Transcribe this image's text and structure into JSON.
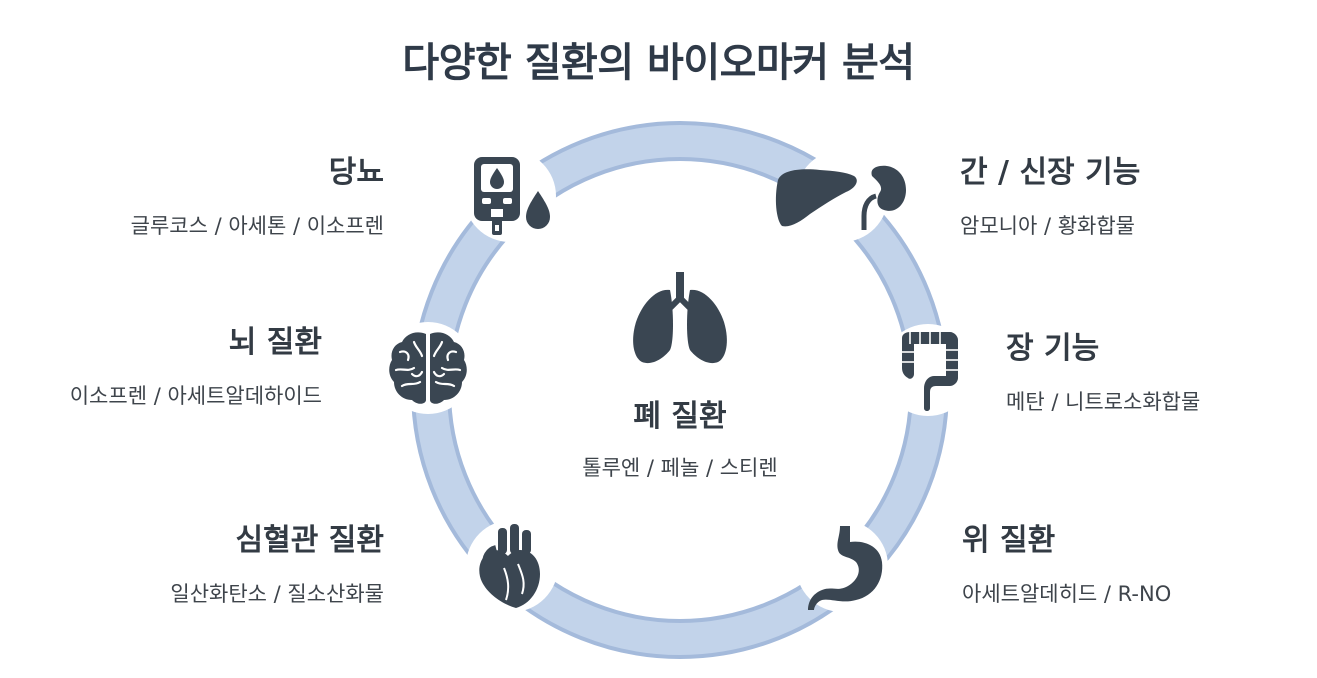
{
  "title": "다양한 질환의 바이오마커 분석",
  "center": {
    "head": "폐 질환",
    "sub": "톨루엔 / 페놀 / 스티렌",
    "icon": "lungs-icon"
  },
  "items": [
    {
      "head": "당뇨",
      "sub": "글루코스 / 아세톤 / 이소프렌",
      "icon": "glucose-meter-icon"
    },
    {
      "head": "뇌 질환",
      "sub": "이소프렌 / 아세트알데하이드",
      "icon": "brain-icon"
    },
    {
      "head": "심혈관 질환",
      "sub": "일산화탄소 / 질소산화물",
      "icon": "heart-icon"
    },
    {
      "head": "간 / 신장 기능",
      "sub": "암모니아 / 황화합물",
      "icon": "liver-kidney-icon"
    },
    {
      "head": "장 기능",
      "sub": "메탄 / 니트로소화합물",
      "icon": "intestine-icon"
    },
    {
      "head": "위 질환",
      "sub": "아세트알데히드 /  R-NO",
      "icon": "stomach-icon"
    }
  ],
  "colors": {
    "ring": "#b7c9e2",
    "ring_edge": "#9fb5d6",
    "icon": "#3a4652",
    "text": "#333b44"
  }
}
